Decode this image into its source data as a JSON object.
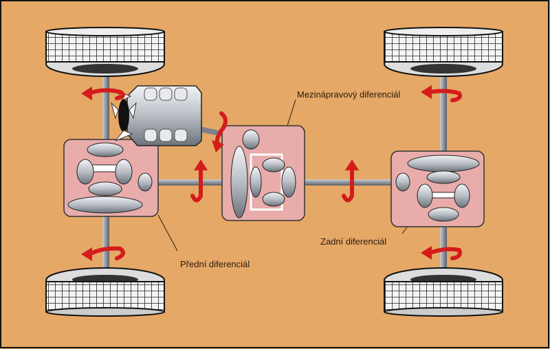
{
  "diagram": {
    "labels": {
      "center_differential": "Mezinápravový diferenciál",
      "front_differential": "Přední diferenciál",
      "rear_differential": "Zadní diferenciál"
    },
    "components": {
      "wheels": [
        "front-left",
        "rear-left",
        "front-right",
        "rear-right"
      ],
      "differentials": [
        "front",
        "center",
        "rear"
      ],
      "engine": "engine"
    },
    "colors": {
      "background": "#e5a866",
      "differential_box": "#e8acab",
      "arrow": "#d41c1c",
      "shaft": "#7d838a",
      "border": "#111111"
    }
  }
}
